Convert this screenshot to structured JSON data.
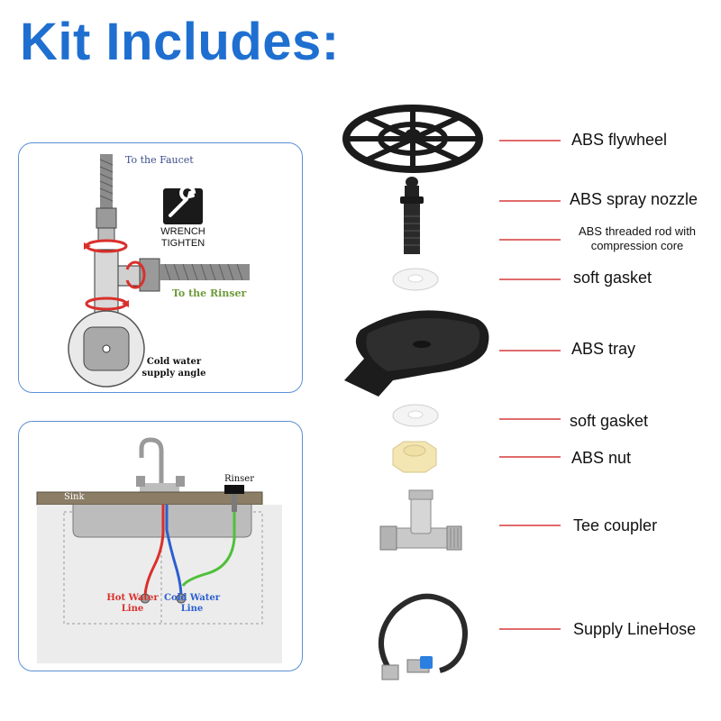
{
  "title": "Kit Includes:",
  "install_diagram": {
    "to_faucet": "To the Faucet",
    "wrench_line1": "WRENCH",
    "wrench_line2": "TIGHTEN",
    "to_rinser": "To the Rinser",
    "cold_supply_line1": "Cold water",
    "cold_supply_line2": "supply angle"
  },
  "sink_diagram": {
    "sink": "Sink",
    "rinser": "Rinser",
    "hot_line1": "Hot Water",
    "hot_line2": "Line",
    "cold_line1": "Cold Water",
    "cold_line2": "Line",
    "colors": {
      "hot": "#d9302c",
      "cold": "#2b5fcf",
      "rinser": "#4fbf3a"
    }
  },
  "parts": [
    {
      "icon": "flywheel-icon",
      "label": "ABS flywheel"
    },
    {
      "icon": "spray-nozzle-icon",
      "label": "ABS spray nozzle"
    },
    {
      "icon": "threaded-rod-icon",
      "label": "ABS threaded rod with compression core"
    },
    {
      "icon": "gasket-icon",
      "label": "soft gasket"
    },
    {
      "icon": "tray-icon",
      "label": "ABS tray"
    },
    {
      "icon": "gasket-icon",
      "label": "soft gasket"
    },
    {
      "icon": "nut-icon",
      "label": "ABS nut"
    },
    {
      "icon": "tee-coupler-icon",
      "label": "Tee coupler"
    },
    {
      "icon": "supply-hose-icon",
      "label": "Supply LineHose"
    }
  ],
  "colors": {
    "title": "#1f6fd0",
    "panel_border": "#5b8fd6",
    "pointer": "#e06b6b"
  }
}
